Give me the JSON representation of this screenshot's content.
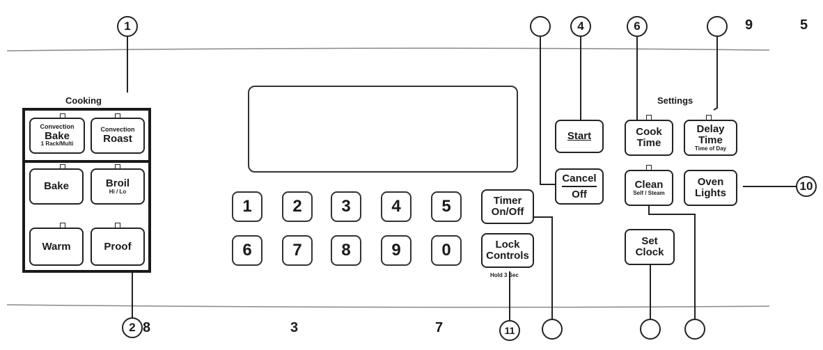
{
  "sections": {
    "cooking": "Cooking",
    "settings": "Settings"
  },
  "buttons": {
    "convection_bake": {
      "line1": "Convection",
      "line2": "Bake",
      "line3": "1 Rack/Multi"
    },
    "convection_roast": {
      "line1": "Convection",
      "line2": "Roast"
    },
    "bake": "Bake",
    "broil": {
      "line1": "Broil",
      "line2": "Hi / Lo"
    },
    "warm": "Warm",
    "proof": "Proof",
    "timer": {
      "line1": "Timer",
      "line2": "On/Off"
    },
    "lock": {
      "line1": "Lock",
      "line2": "Controls",
      "note": "Hold 3 Sec"
    },
    "start": "Start",
    "cancel": {
      "line1": "Cancel",
      "line2": "Off"
    },
    "cook_time": {
      "line1": "Cook",
      "line2": "Time"
    },
    "delay_time": {
      "line1": "Delay",
      "line2": "Time",
      "line3": "Time of Day"
    },
    "clean": {
      "line1": "Clean",
      "line2": "Self / Steam"
    },
    "oven_lights": {
      "line1": "Oven",
      "line2": "Lights"
    },
    "set_clock": {
      "line1": "Set",
      "line2": "Clock"
    }
  },
  "keypad": [
    "1",
    "2",
    "3",
    "4",
    "5",
    "6",
    "7",
    "8",
    "9",
    "0"
  ],
  "callouts": {
    "c1": "1",
    "c2": "2",
    "c4": "4",
    "c6": "6",
    "c10": "10",
    "c11": "11"
  },
  "plain_numbers": {
    "n9": "9",
    "n5": "5",
    "n8": "8",
    "n3": "3",
    "n7": "7"
  }
}
